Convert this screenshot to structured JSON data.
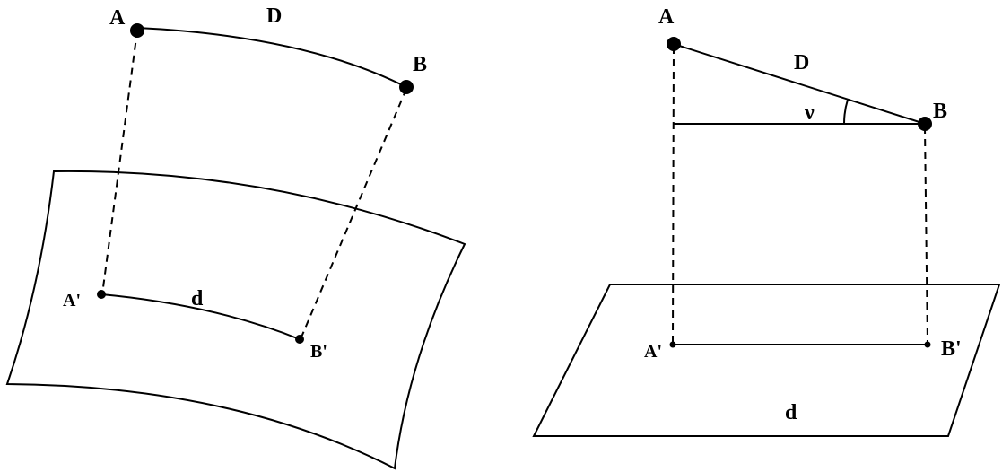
{
  "left_figure": {
    "labels": {
      "A": "A",
      "B": "B",
      "D": "D",
      "A_prime": "A'",
      "B_prime": "B'",
      "d": "d"
    }
  },
  "right_figure": {
    "labels": {
      "A": "A",
      "B": "B",
      "D": "D",
      "v": "ν",
      "A_prime": "A'",
      "B_prime": "B'",
      "d": "d"
    }
  },
  "colors": {
    "stroke": "#000000",
    "background": "#ffffff"
  }
}
